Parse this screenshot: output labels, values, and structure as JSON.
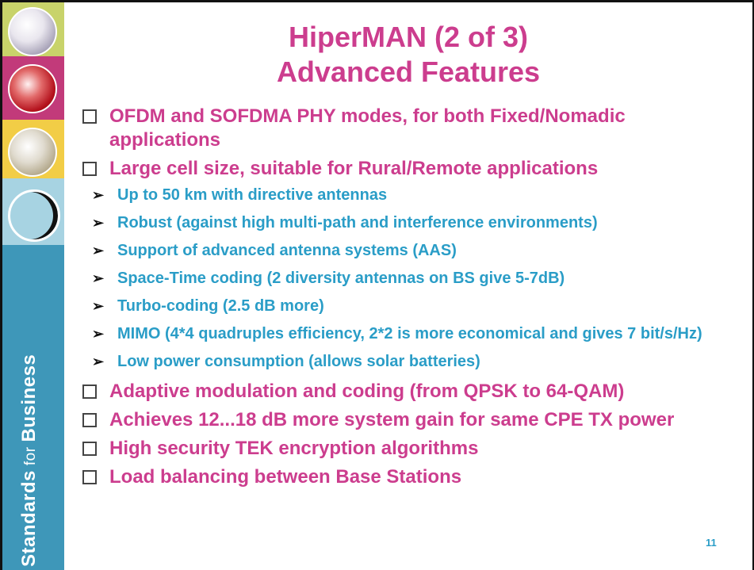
{
  "sidebar": {
    "brand_word1": "Standards",
    "brand_word2": "for",
    "brand_word3": "Business"
  },
  "title_line1": "HiperMAN (2 of 3)",
  "title_line2": "Advanced Features",
  "bullets": [
    {
      "text": "OFDM and SOFDMA PHY modes, for both Fixed/Nomadic applications"
    },
    {
      "text": "Large cell size, suitable for Rural/Remote applications"
    }
  ],
  "sub_bullets": [
    "Up to 50 km with directive antennas",
    "Robust (against high multi-path and interference environments)",
    "Support of advanced antenna systems (AAS)",
    "Space-Time coding (2 diversity antennas on BS give 5-7dB)",
    "Turbo-coding (2.5 dB more)",
    "MIMO (4*4 quadruples efficiency, 2*2 is more economical and gives 7 bit/s/Hz)",
    "Low power consumption (allows solar batteries)"
  ],
  "bullets_after": [
    "Adaptive modulation and coding (from QPSK to 64-QAM)",
    "Achieves 12...18 dB more system gain for same CPE TX power",
    "High security TEK encryption algorithms",
    "Load balancing between Base Stations"
  ],
  "page_number": "11"
}
